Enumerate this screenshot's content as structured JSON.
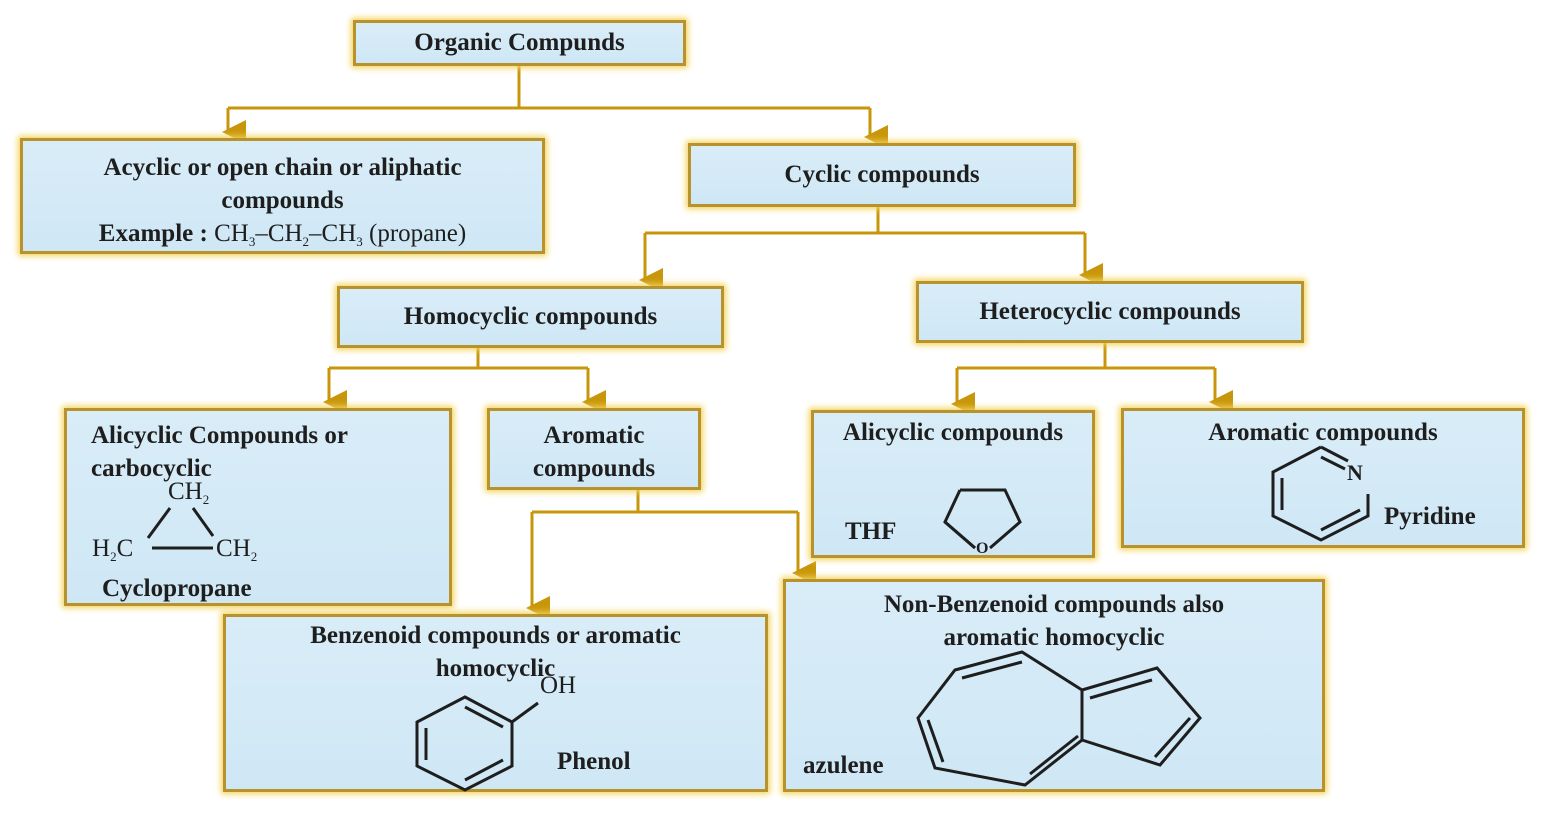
{
  "nodes": {
    "root": "Organic Compunds",
    "acyclic": {
      "line1": "Acyclic or open chain or aliphatic",
      "line2": "compounds",
      "example_label": "Example :",
      "example_formula": "CH3–CH2–CH3",
      "example_name": "(propane)"
    },
    "cyclic": "Cyclic compounds",
    "homocyclic": "Homocyclic compounds",
    "heterocyclic": "Heterocyclic compounds",
    "alicyclic_homo": {
      "line1": "Alicyclic Compounds or",
      "line2": "carbocyclic",
      "example": "Cyclopropane",
      "atom_top": "CH2",
      "atom_left": "H2C",
      "atom_right": "CH2"
    },
    "aromatic_homo": {
      "line1": "Aromatic",
      "line2": "compounds"
    },
    "alicyclic_hetero": {
      "title": "Alicyclic compounds",
      "example": "THF",
      "atom": "O"
    },
    "aromatic_hetero": {
      "title": "Aromatic compounds",
      "example": "Pyridine",
      "atom": "N"
    },
    "benzenoid": {
      "line1": "Benzenoid compounds or aromatic",
      "line2": "homocyclic",
      "example": "Phenol",
      "group": "OH"
    },
    "non_benzenoid": {
      "line1": "Non-Benzenoid compounds also",
      "line2": "aromatic homocyclic",
      "example": "azulene"
    }
  },
  "colors": {
    "connector": "#c8960a",
    "box_fill": "#d4eaf7",
    "box_border": "#b8922a"
  }
}
